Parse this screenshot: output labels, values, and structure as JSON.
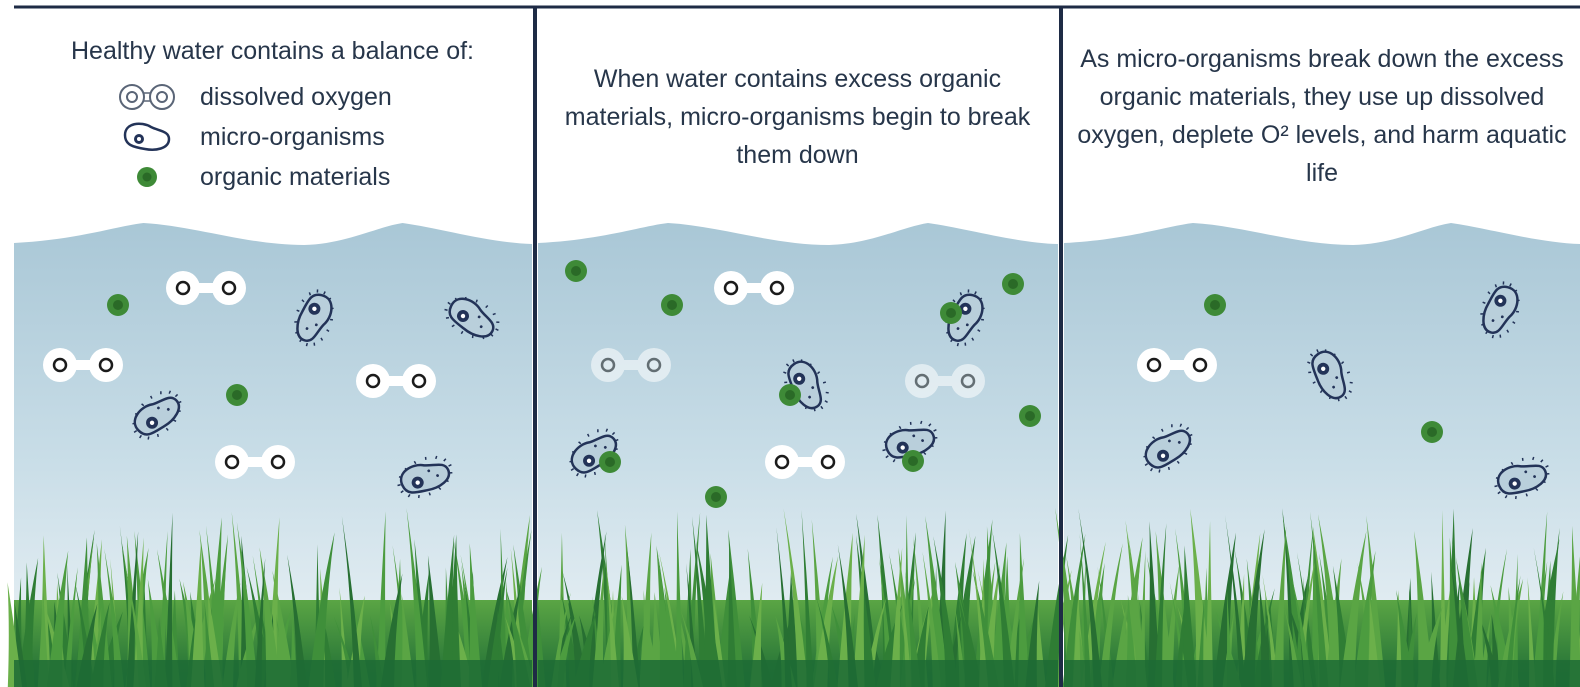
{
  "panels": [
    {
      "caption": "Healthy water contains a balance of:",
      "legend": [
        {
          "icon": "oxygen-molecule-icon",
          "label": "dissolved oxygen"
        },
        {
          "icon": "micro-organism-icon",
          "label": "micro-organisms"
        },
        {
          "icon": "organic-material-icon",
          "label": "organic materials"
        }
      ]
    },
    {
      "caption": "When water contains excess organic materials, micro-organisms begin to break them down"
    },
    {
      "caption": "As micro-organisms break down the excess organic materials, they use up dissolved oxygen, deplete O² levels, and harm aquatic life"
    }
  ],
  "colors": {
    "frame": "#1e2b45",
    "water_top": "#a9c7d6",
    "water_bottom": "#eaf2f6",
    "grass_light": "#4f9a3c",
    "grass_dark": "#1f6e32",
    "organic": "#3e8a37",
    "microbe_stroke": "#233358",
    "caption_text": "#27364a"
  }
}
